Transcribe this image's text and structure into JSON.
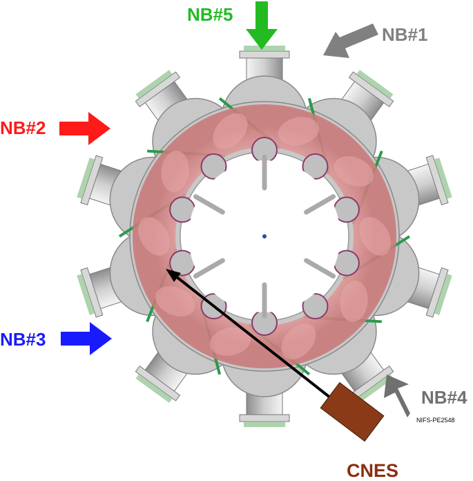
{
  "beams": [
    {
      "id": "nb5",
      "label": "NB#5",
      "color": "#22bb22"
    },
    {
      "id": "nb1",
      "label": "NB#1",
      "color": "#808080"
    },
    {
      "id": "nb2",
      "label": "NB#2",
      "color": "#ff1a1a"
    },
    {
      "id": "nb3",
      "label": "NB#3",
      "color": "#1a1aff"
    },
    {
      "id": "nb4",
      "label": "NB#4",
      "color": "#707070"
    }
  ],
  "cnes": {
    "label": "CNES",
    "color": "#8b2e10",
    "box_color": "#8b3a18"
  },
  "code": "NIFS-PE2548",
  "colors": {
    "plasma": "#e8a8a8",
    "vessel": "#c8c8c8",
    "coil": "#2a9a4a",
    "port": "#d8d8d8",
    "flange": "#9ac89a"
  }
}
